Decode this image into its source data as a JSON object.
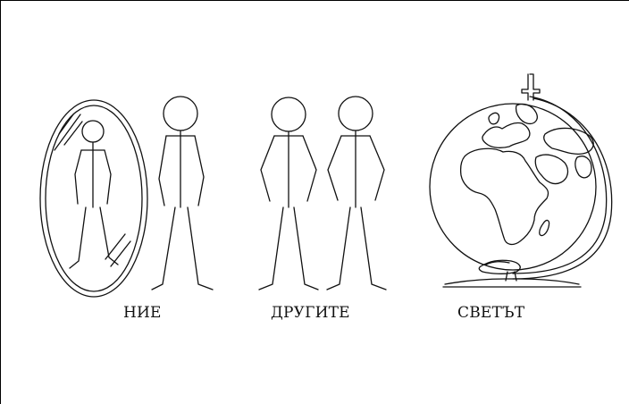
{
  "labels": {
    "we": "НИЕ",
    "others": "ДРУГИТЕ",
    "world": "СВЕТЪТ"
  },
  "icons": {
    "mirror": "mirror-icon",
    "reflection": "stick-figure-reflection",
    "self": "stick-figure",
    "other_left": "stick-figure",
    "other_right": "stick-figure",
    "globe": "globe-icon"
  },
  "colors": {
    "stroke": "#111111",
    "background": "#ffffff"
  }
}
